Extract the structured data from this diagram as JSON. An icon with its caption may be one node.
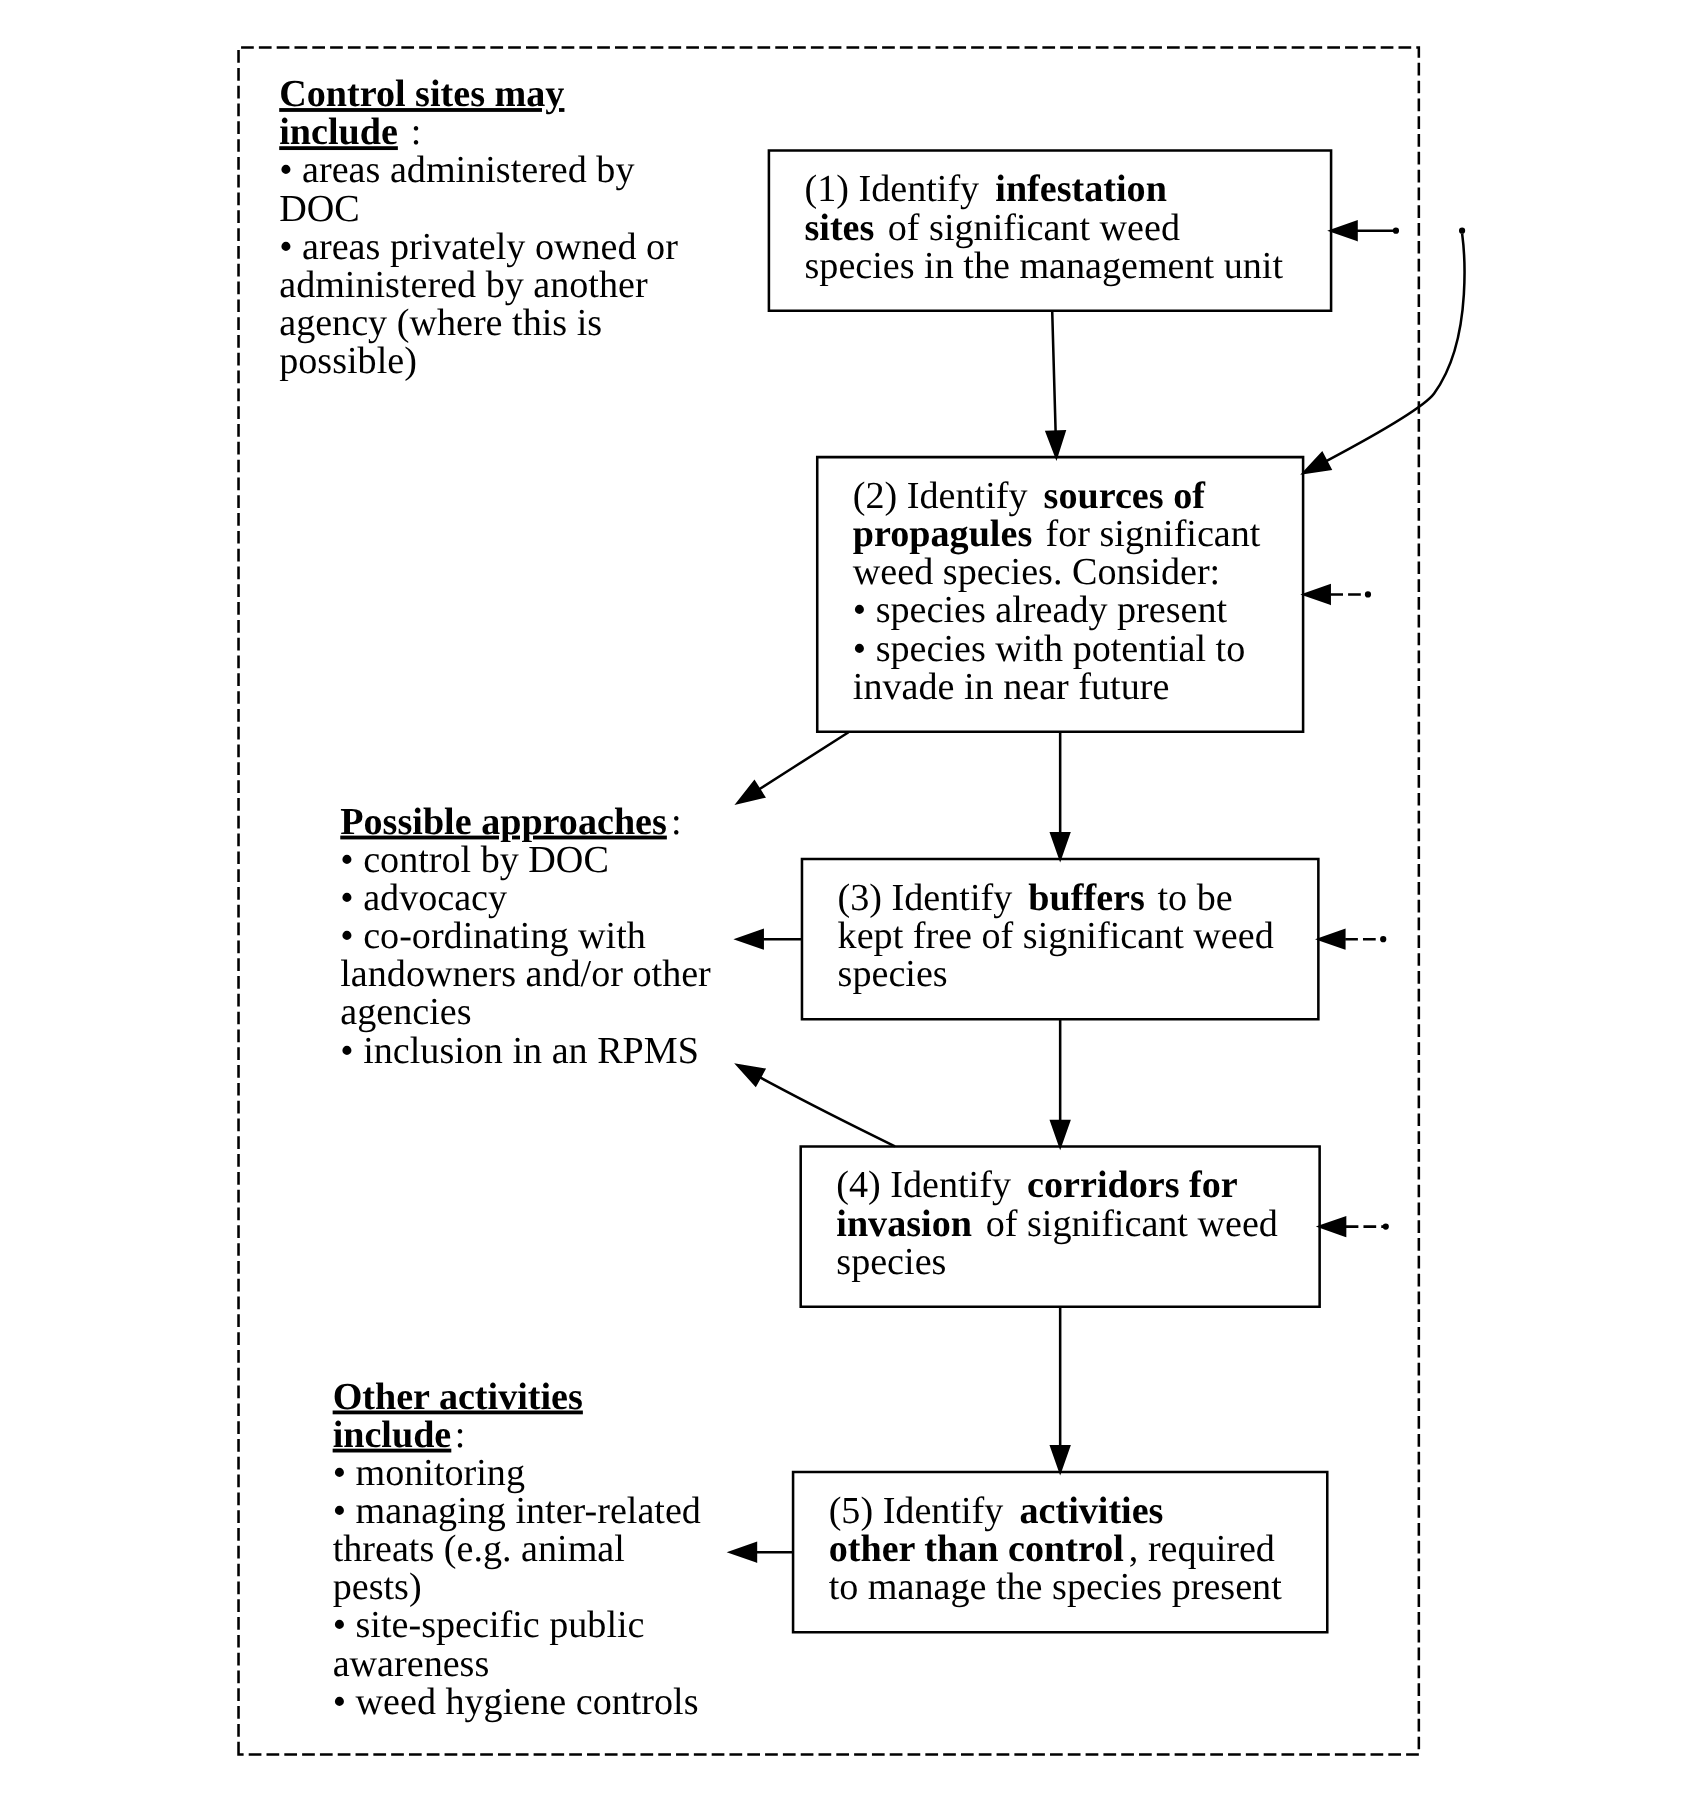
{
  "diagram": {
    "nodes": [
      {
        "text": [],
        "shape": "box"
      },
      {
        "text": [
          "(1) Identify **infestation sites** of significant weed species in the management unit"
        ],
        "in": 0
      },
      {
        "text": [
          "(2) Identify **sources of propagules** for significant weed species. Consider:",
          "• species already present",
          "• species with potential to invade in near future"
        ],
        "in": 0
      },
      {
        "text": [
          "(3) Identify **buffers** to be kept free of significant weed species"
        ],
        "in": 0
      },
      {
        "text": [
          "(4) Identify **corridors for invasion** of significant weed species"
        ],
        "in": 0
      },
      {
        "text": [
          "(5) Identify **activities other than control**, required to manage the species present"
        ],
        "in": 0
      },
      {
        "text": [
          "**Possible approaches**:",
          "• control by DOC",
          "• advocacy",
          "• co-ordinating with landowners and/or other agencies",
          "• inclusion in an RPMS"
        ],
        "in": 0
      },
      {
        "text": [
          "**Other activities include**:",
          "• monitoring",
          "• managing inter-related threats (e.g. animal pests)",
          "• site-specific public awareness",
          "• weed hygiene controls"
        ],
        "in": 0
      }
    ],
    "edges": [
      {
        "from": null,
        "to": 1,
        "arrow": "to"
      },
      {
        "from": null,
        "to": 2,
        "arrow": "to"
      },
      {
        "from": 1,
        "to": 2,
        "arrow": "to"
      },
      {
        "from": null,
        "to": 2,
        "arrow": "to",
        "style": "dashed"
      },
      {
        "from": 2,
        "to": 3,
        "arrow": "to"
      },
      {
        "from": null,
        "to": 3,
        "arrow": "to",
        "style": "dashed"
      },
      {
        "from": 3,
        "to": 4,
        "arrow": "to"
      },
      {
        "from": null,
        "to": 4,
        "arrow": "to",
        "style": "dashed"
      },
      {
        "from": 4,
        "to": 5,
        "arrow": "to"
      },
      {
        "from": 2,
        "to": 6,
        "arrow": "to"
      },
      {
        "from": 3,
        "to": 6,
        "arrow": "to"
      },
      {
        "from": 4,
        "to": 6,
        "arrow": "to"
      },
      {
        "from": 5,
        "to": 7,
        "arrow": "to"
      }
    ],
    "labels": [
      "**Control sites may include** :",
      "• areas administered by DOC",
      "• areas privately owned or administered by another agency (where this is possible)"
    ]
  }
}
